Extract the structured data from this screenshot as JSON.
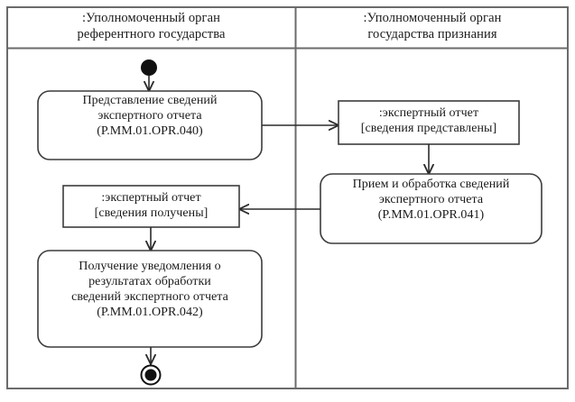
{
  "diagram": {
    "type": "uml-activity-diagram",
    "stroke_color": "#3c3c3c",
    "fill_color": "#ffffff",
    "text_color": "#1a1a1a",
    "lanes": [
      {
        "id": "lane-reference-state",
        "title": ":Уполномоченный орган\nреферентного государства"
      },
      {
        "id": "lane-recognition-state",
        "title": ":Уполномоченный орган\nгосударства признания"
      }
    ],
    "nodes": [
      {
        "id": "initial-node",
        "kind": "initial",
        "lane": 0
      },
      {
        "id": "activity-opr-040",
        "kind": "activity",
        "lane": 0,
        "label": "Представление сведений\nэкспертного отчета\n(P.MM.01.OPR.040)"
      },
      {
        "id": "object-report-submitted",
        "kind": "object",
        "lane": 1,
        "label": ":экспертный отчет\n[сведения представлены]"
      },
      {
        "id": "activity-opr-041",
        "kind": "activity",
        "lane": 1,
        "label": "Прием и обработка сведений\nэкспертного отчета\n(P.MM.01.OPR.041)"
      },
      {
        "id": "object-report-received",
        "kind": "object",
        "lane": 0,
        "label": ":экспертный отчет\n[сведения получены]"
      },
      {
        "id": "activity-opr-042",
        "kind": "activity",
        "lane": 0,
        "label": "Получение уведомления о\nрезультатах обработки\nсведений экспертного отчета\n(P.MM.01.OPR.042)"
      },
      {
        "id": "final-node",
        "kind": "final",
        "lane": 0
      }
    ],
    "edges": [
      {
        "from": "initial-node",
        "to": "activity-opr-040",
        "direction": "down"
      },
      {
        "from": "activity-opr-040",
        "to": "object-report-submitted",
        "direction": "right"
      },
      {
        "from": "object-report-submitted",
        "to": "activity-opr-041",
        "direction": "down"
      },
      {
        "from": "activity-opr-041",
        "to": "object-report-received",
        "direction": "left"
      },
      {
        "from": "object-report-received",
        "to": "activity-opr-042",
        "direction": "down"
      },
      {
        "from": "activity-opr-042",
        "to": "final-node",
        "direction": "down"
      }
    ]
  }
}
